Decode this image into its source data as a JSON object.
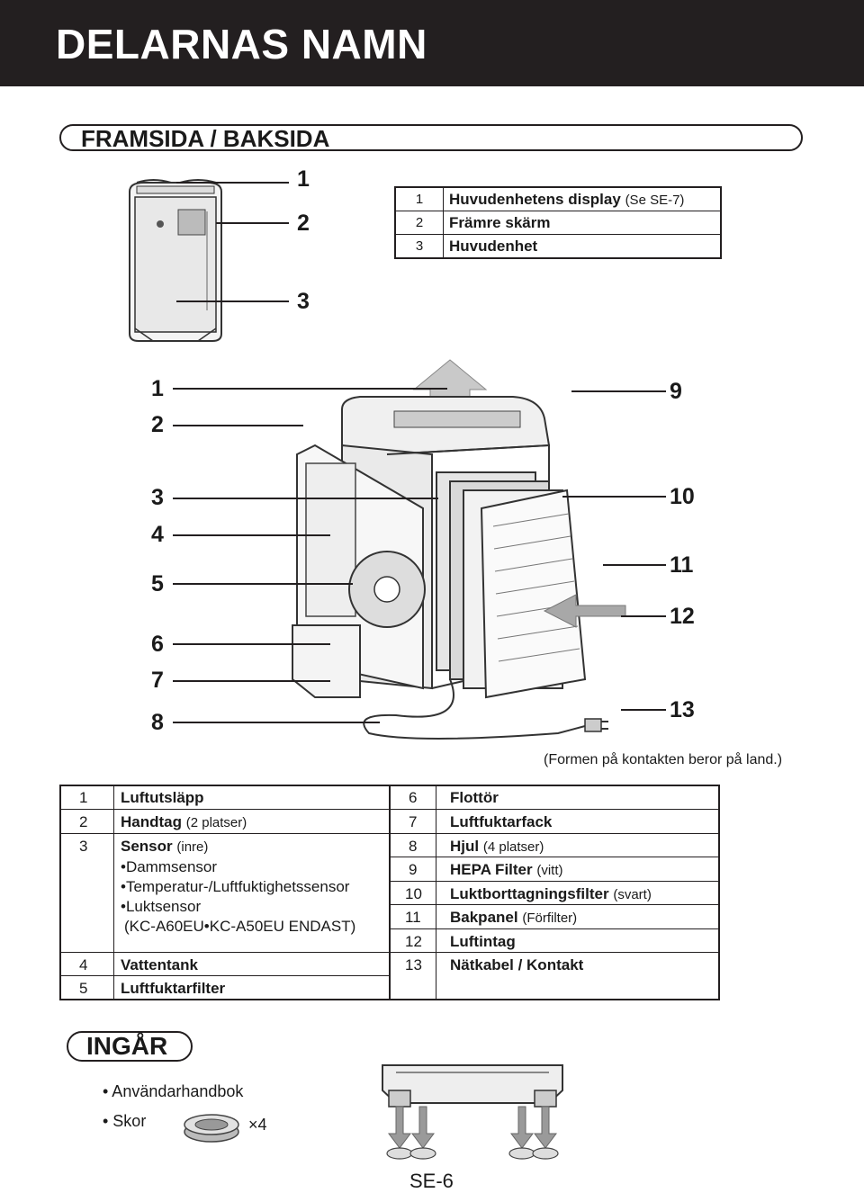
{
  "header": {
    "title": "DELARNAS NAMN"
  },
  "section1": {
    "title": "FRAMSIDA / BAKSIDA"
  },
  "small_callouts": [
    "1",
    "2",
    "3"
  ],
  "front_table": [
    {
      "n": "1",
      "name": "Huvudenhetens display",
      "note": "(Se SE-7)"
    },
    {
      "n": "2",
      "name": "Främre skärm",
      "note": ""
    },
    {
      "n": "3",
      "name": "Huvudenhet",
      "note": ""
    }
  ],
  "left_callouts": [
    "1",
    "2",
    "3",
    "4",
    "5",
    "6",
    "7",
    "8"
  ],
  "right_callouts": [
    "9",
    "10",
    "11",
    "12",
    "13"
  ],
  "plug_note": "(Formen på kontakten beror på land.)",
  "parts_left": [
    {
      "n": "1",
      "name": "Luftutsläpp",
      "note": ""
    },
    {
      "n": "2",
      "name": "Handtag",
      "note": "(2 platser)"
    },
    {
      "n": "3",
      "name": "Sensor",
      "note": "(inre)"
    },
    {
      "n": "4",
      "name": "Vattentank",
      "note": ""
    },
    {
      "n": "5",
      "name": "Luftfuktarfilter",
      "note": ""
    }
  ],
  "sensor_details": [
    "•Dammsensor",
    "•Temperatur-/Luftfuktighetssensor",
    "•Luktsensor",
    "(KC-A60EU•KC-A50EU  ENDAST)"
  ],
  "parts_right": [
    {
      "n": "6",
      "name": "Flottör",
      "note": ""
    },
    {
      "n": "7",
      "name": "Luftfuktarfack",
      "note": ""
    },
    {
      "n": "8",
      "name": "Hjul",
      "note": "(4 platser)"
    },
    {
      "n": "9",
      "name": "HEPA Filter",
      "note": "(vitt)"
    },
    {
      "n": "10",
      "name": "Luktborttagningsfilter",
      "note": "(svart)"
    },
    {
      "n": "11",
      "name": "Bakpanel",
      "note": "(Förfilter)"
    },
    {
      "n": "12",
      "name": "Luftintag",
      "note": ""
    },
    {
      "n": "13",
      "name": "Nätkabel / Kontakt",
      "note": ""
    }
  ],
  "included": {
    "title": "INGÅR",
    "items": [
      "• Användarhandbok",
      "• Skor"
    ],
    "qty": "×4"
  },
  "footer": {
    "page": "SE-6"
  }
}
